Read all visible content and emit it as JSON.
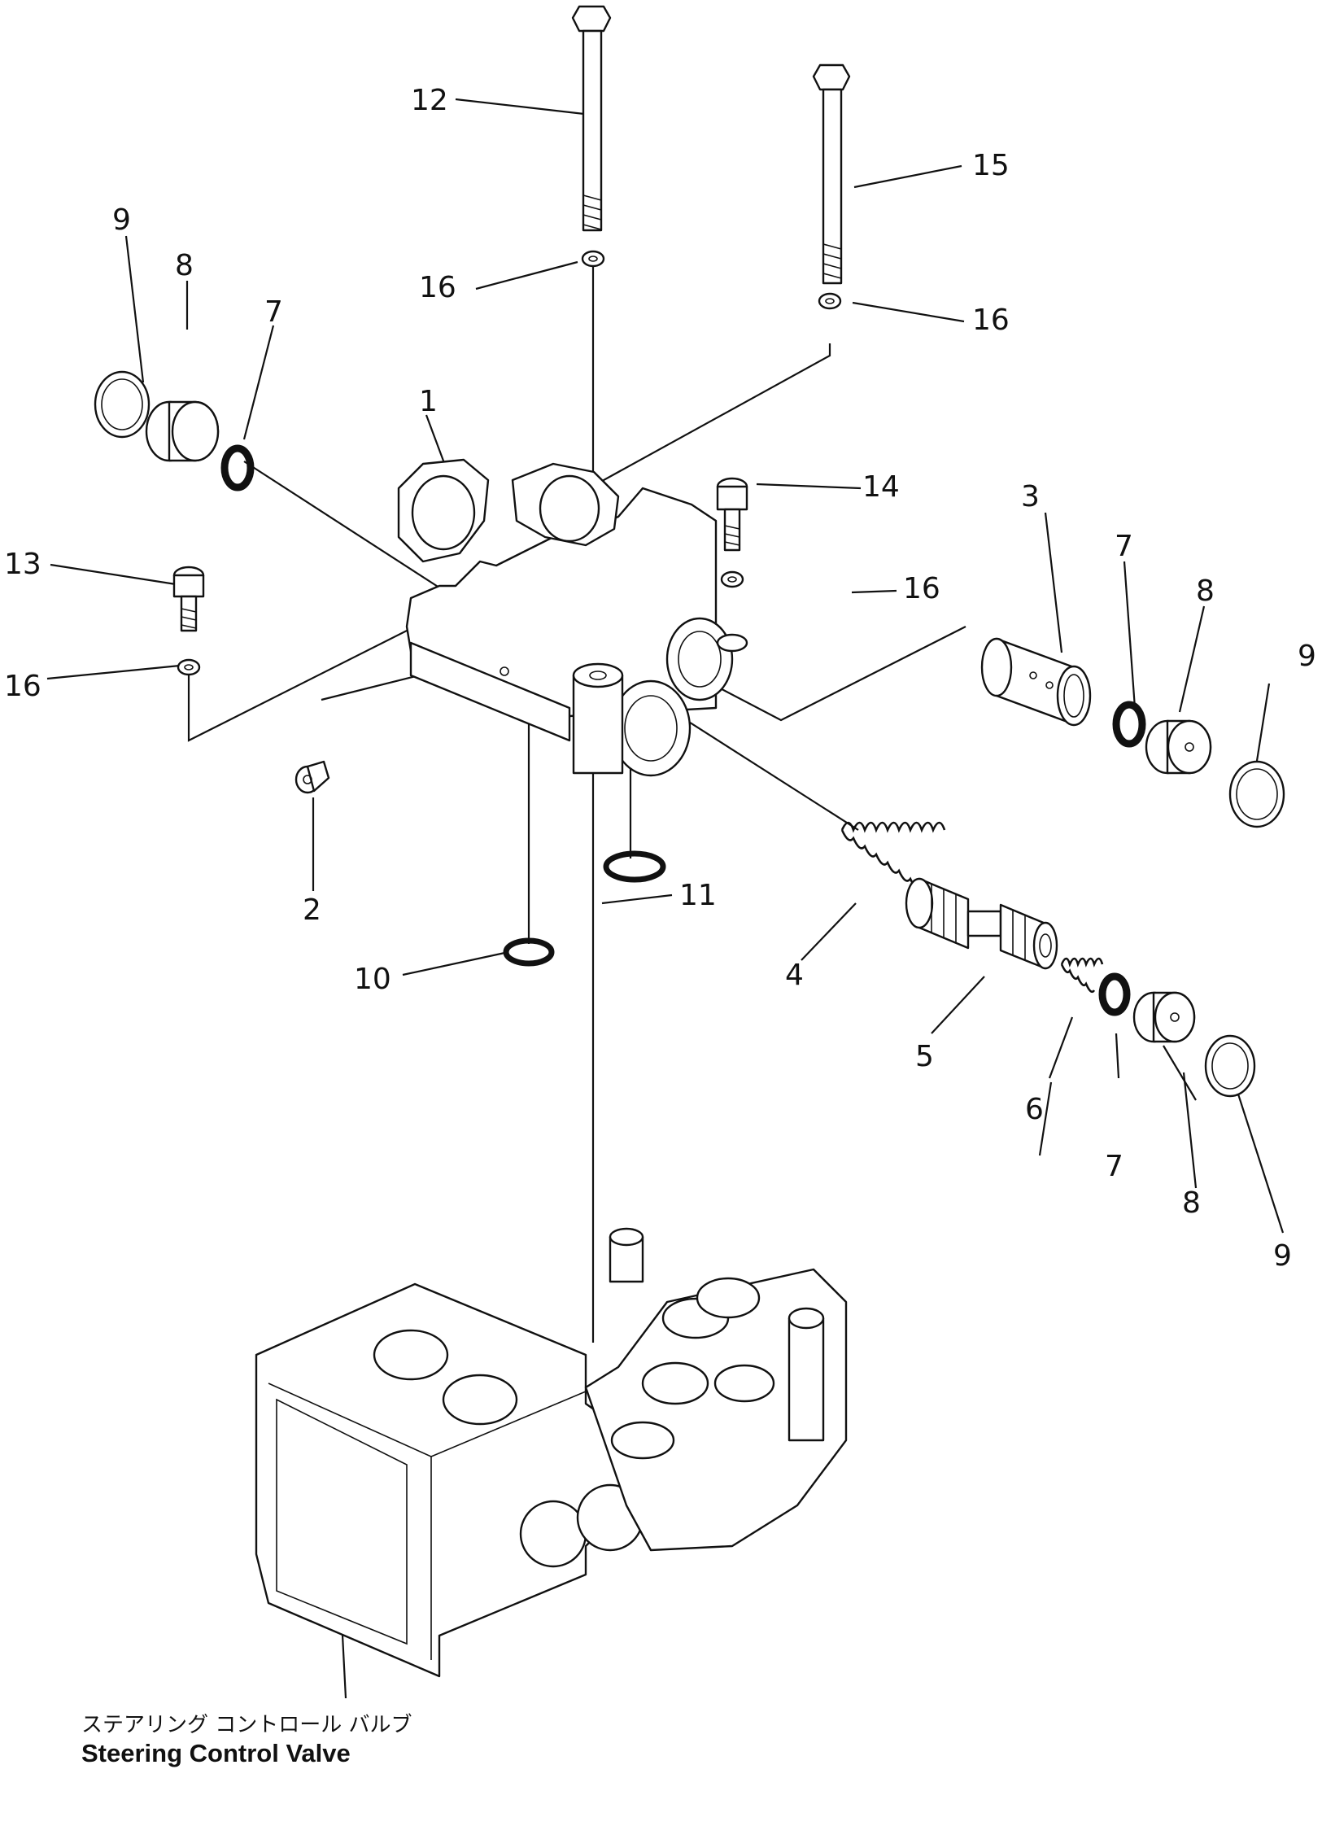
{
  "callouts": [
    "1",
    "2",
    "3",
    "4",
    "5",
    "6",
    "7",
    "8",
    "9",
    "10",
    "11",
    "12",
    "13",
    "14",
    "15",
    "16"
  ],
  "caption": {
    "japanese": "ステアリング コントロール バルブ",
    "english": "Steering Control Valve"
  }
}
